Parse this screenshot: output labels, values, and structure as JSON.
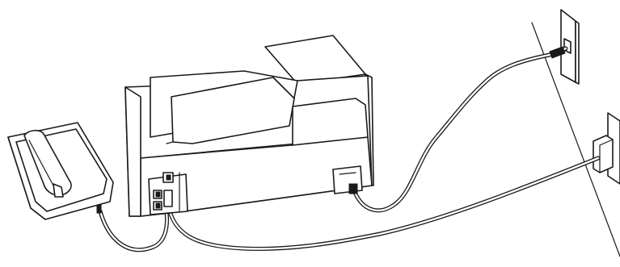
{
  "diagram": {
    "components": {
      "telephone": "telephone-handset",
      "printer": "printer",
      "phone_jack": "wall-phone-jack",
      "power_outlet": "wall-power-outlet"
    },
    "connections": [
      {
        "from": "telephone",
        "to": "printer"
      },
      {
        "from": "printer",
        "to": "phone_jack"
      },
      {
        "from": "printer",
        "to": "power_outlet"
      }
    ],
    "colors": {
      "line": "#1a1a1a",
      "background": "#ffffff"
    }
  }
}
